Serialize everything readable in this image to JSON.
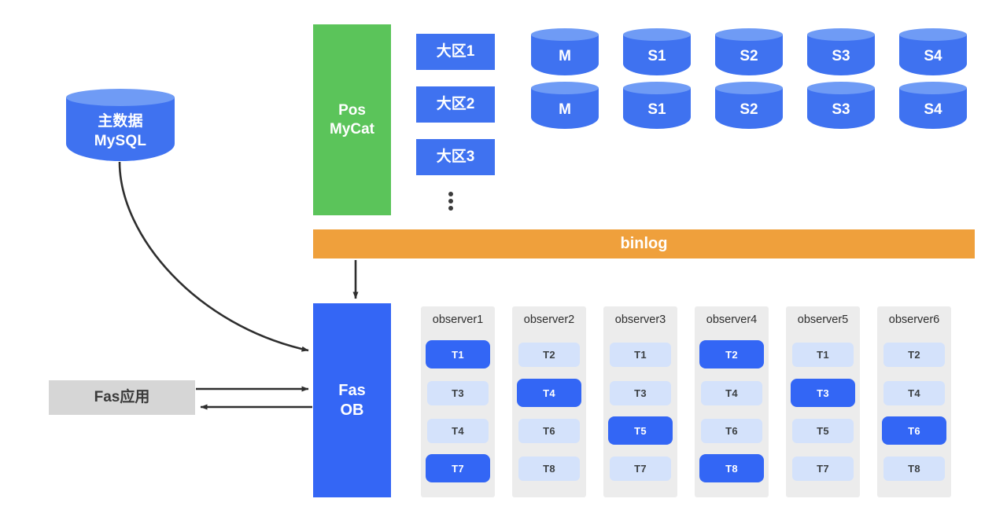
{
  "diagram": {
    "title": "Fas OB data synchronization architecture",
    "colors": {
      "blue": "#3366f5",
      "blue_cylinder": "#3f72f0",
      "blue_cylinder_top": "#6f9bf5",
      "green": "#5bc45a",
      "orange": "#efa03c",
      "gray_box": "#d6d6d6",
      "column_bg": "#ececec",
      "tile_idle": "#d4e2fb",
      "tile_active": "#3366f5",
      "arrow": "#2e2e2e"
    }
  },
  "master_db": {
    "line1": "主数据",
    "line2": "MySQL",
    "icon": "database-cylinder-icon"
  },
  "mycat": {
    "line1": "Pos",
    "line2": "MyCat"
  },
  "regions": {
    "items": [
      {
        "label": "大区1"
      },
      {
        "label": "大区2"
      },
      {
        "label": "大区3"
      }
    ],
    "more_indicator": "vertical-ellipsis"
  },
  "node_rows": [
    {
      "nodes": [
        {
          "label": "M"
        },
        {
          "label": "S1"
        },
        {
          "label": "S2"
        },
        {
          "label": "S3"
        },
        {
          "label": "S4"
        }
      ]
    },
    {
      "nodes": [
        {
          "label": "M"
        },
        {
          "label": "S1"
        },
        {
          "label": "S2"
        },
        {
          "label": "S3"
        },
        {
          "label": "S4"
        }
      ]
    }
  ],
  "binlog": {
    "label": "binlog"
  },
  "fas_ob": {
    "line1": "Fas",
    "line2": "OB"
  },
  "fas_app": {
    "label": "Fas应用"
  },
  "observers": [
    {
      "title": "observer1",
      "tiles": [
        {
          "label": "T1",
          "active": true
        },
        {
          "label": "T3",
          "active": false
        },
        {
          "label": "T4",
          "active": false
        },
        {
          "label": "T7",
          "active": true
        }
      ]
    },
    {
      "title": "observer2",
      "tiles": [
        {
          "label": "T2",
          "active": false
        },
        {
          "label": "T4",
          "active": true
        },
        {
          "label": "T6",
          "active": false
        },
        {
          "label": "T8",
          "active": false
        }
      ]
    },
    {
      "title": "observer3",
      "tiles": [
        {
          "label": "T1",
          "active": false
        },
        {
          "label": "T3",
          "active": false
        },
        {
          "label": "T5",
          "active": true
        },
        {
          "label": "T7",
          "active": false
        }
      ]
    },
    {
      "title": "observer4",
      "tiles": [
        {
          "label": "T2",
          "active": true
        },
        {
          "label": "T4",
          "active": false
        },
        {
          "label": "T6",
          "active": false
        },
        {
          "label": "T8",
          "active": true
        }
      ]
    },
    {
      "title": "observer5",
      "tiles": [
        {
          "label": "T1",
          "active": false
        },
        {
          "label": "T3",
          "active": true
        },
        {
          "label": "T5",
          "active": false
        },
        {
          "label": "T7",
          "active": false
        }
      ]
    },
    {
      "title": "observer6",
      "tiles": [
        {
          "label": "T2",
          "active": false
        },
        {
          "label": "T4",
          "active": false
        },
        {
          "label": "T6",
          "active": true
        },
        {
          "label": "T8",
          "active": false
        }
      ]
    }
  ],
  "connectors": [
    {
      "name": "mysql-to-fasob",
      "kind": "curved-arrow"
    },
    {
      "name": "binlog-to-fasob",
      "kind": "straight-arrow-down"
    },
    {
      "name": "fasapp-to-fasob",
      "kind": "straight-arrow-right"
    },
    {
      "name": "fasob-to-fasapp",
      "kind": "straight-arrow-left"
    }
  ]
}
